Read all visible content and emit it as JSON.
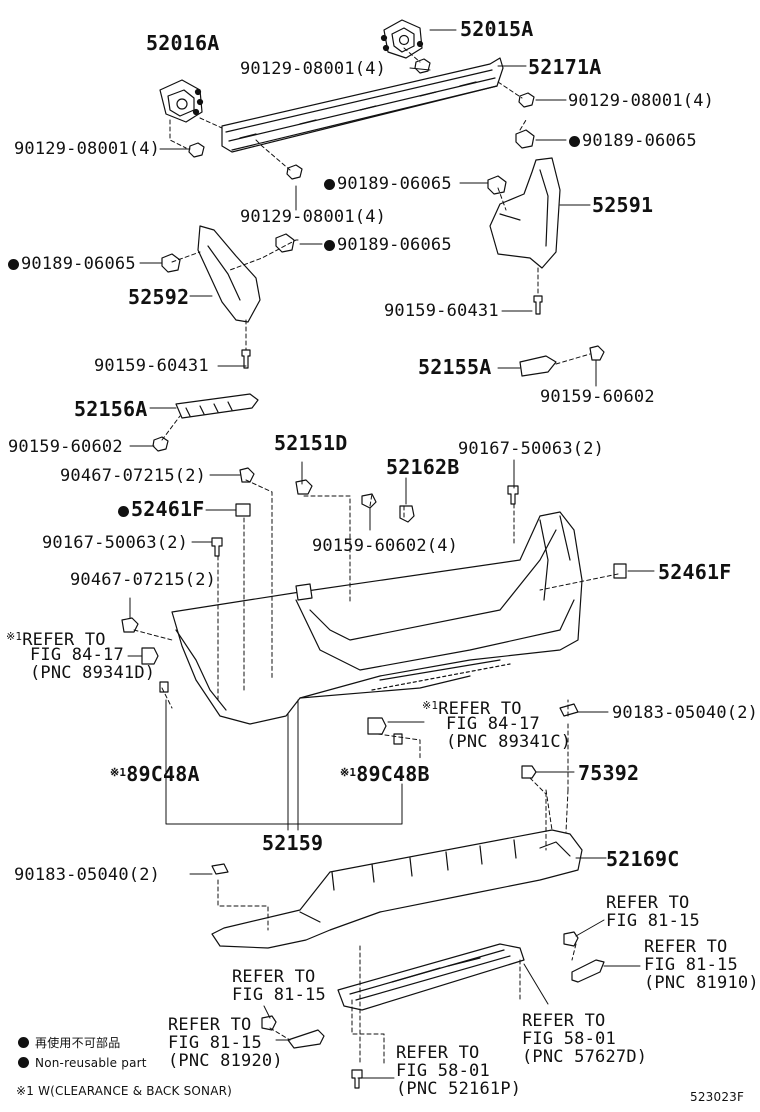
{
  "parts": {
    "p52016A": "52016A",
    "p52015A": "52015A",
    "p52171A": "52171A",
    "p52591": "52591",
    "p52592": "52592",
    "p52155A": "52155A",
    "p52156A": "52156A",
    "p52151D": "52151D",
    "p52162B": "52162B",
    "p52461F_left": "52461F",
    "p52461F_right": "52461F",
    "p89C48A": "89C48A",
    "p89C48B": "89C48B",
    "p52159": "52159",
    "p75392": "75392",
    "p52169C": "52169C",
    "bolt_08001_a": "90129-08001(4)",
    "bolt_08001_b": "90129-08001(4)",
    "bolt_08001_c": "90129-08001(4)",
    "bolt_08001_d": "90129-08001(4)",
    "nut_06065_a": "90189-06065",
    "nut_06065_b": "90189-06065",
    "nut_06065_c": "90189-06065",
    "nut_06065_d": "90189-06065",
    "screw_60431_a": "90159-60431",
    "screw_60431_b": "90159-60431",
    "screw_60602_a": "90159-60602",
    "screw_60602_b": "90159-60602",
    "screw_60602_c": "90159-60602(4)",
    "clip_07215_a": "90467-07215(2)",
    "clip_07215_b": "90467-07215(2)",
    "clip_50063_a": "90167-50063(2)",
    "clip_50063_b": "90167-50063(2)",
    "clip_05040_a": "90183-05040(2)",
    "clip_05040_b": "90183-05040(2)"
  },
  "refs": {
    "r1_l1": "REFER TO",
    "r1_l2": "FIG 84-17",
    "r1_l3": "(PNC 89341D)",
    "r2_l1": "REFER TO",
    "r2_l2": "FIG 84-17",
    "r2_l3": "(PNC 89341C)",
    "r3_l1": "REFER TO",
    "r3_l2": "FIG 81-15",
    "r4_l1": "REFER TO",
    "r4_l2": "FIG 81-15",
    "r4_l3": "(PNC 81910)",
    "r5_l1": "REFER TO",
    "r5_l2": "FIG 81-15",
    "r6_l1": "REFER TO",
    "r6_l2": "FIG 81-15",
    "r6_l3": "(PNC 81920)",
    "r7_l1": "REFER TO",
    "r7_l2": "FIG 58-01",
    "r7_l3": "(PNC 57627D)",
    "r8_l1": "REFER TO",
    "r8_l2": "FIG 58-01",
    "r8_l3": "(PNC 52161P)"
  },
  "marks": {
    "note_mark": "※1"
  },
  "legend": {
    "jp": "再使用不可部品",
    "en": "Non-reusable part",
    "note": "※1 W(CLEARANCE & BACK SONAR)"
  },
  "figure_id": "523023F"
}
